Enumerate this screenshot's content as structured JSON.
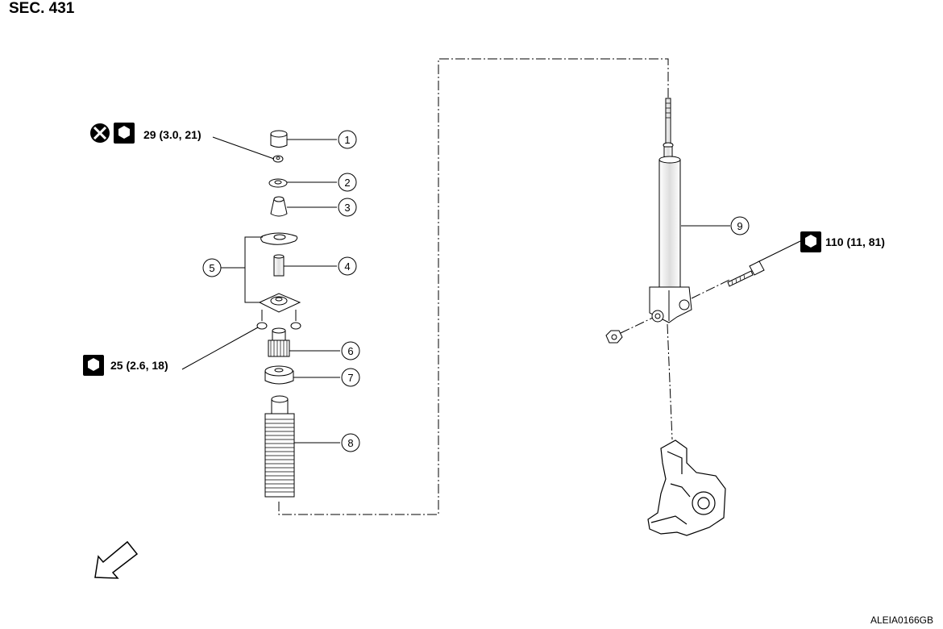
{
  "section": "SEC. 431",
  "figure_id": "ALEIA0166GB",
  "callouts": [
    "1",
    "2",
    "3",
    "4",
    "5",
    "6",
    "7",
    "8",
    "9"
  ],
  "torques": {
    "top_nut": "29 (3.0, 21)",
    "mount_nuts": "25 (2.6, 18)",
    "knuckle_bolt": "110 (11, 81)"
  },
  "icons": {
    "replace": "do-not-reuse-icon",
    "torque": "torque-wrench-icon",
    "front": "front-direction-arrow-icon"
  }
}
